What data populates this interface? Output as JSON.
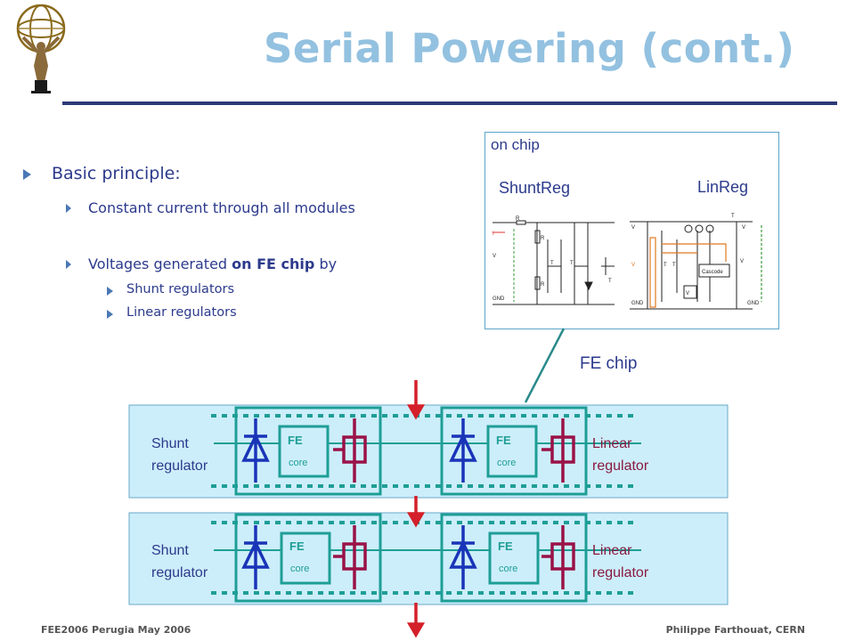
{
  "title": "Serial Powering (cont.)",
  "bullets": {
    "main": "Basic principle:",
    "sub1": "Constant current through all modules",
    "sub2_pre": "Voltages generated ",
    "sub2_hl": "on FE chip",
    "sub2_post": " by",
    "subsub": [
      "Shunt regulators",
      "Linear regulators"
    ]
  },
  "inset": {
    "heading": "on chip",
    "left_label": "ShuntReg",
    "right_label": "LinReg",
    "shunt_labels": [
      "R",
      "I",
      "V",
      "GND",
      "R",
      "R",
      "T",
      "T",
      "T"
    ],
    "lin_labels": [
      "T",
      "V",
      "V",
      "V",
      "V",
      "GND",
      "GND",
      "Cascode",
      "T",
      "T",
      "V"
    ]
  },
  "fe_chip_label": "FE chip",
  "modules": [
    {
      "shunt_label": [
        "Shunt",
        "regulator"
      ],
      "linear_label": [
        "Linear",
        "regulator"
      ],
      "fe_cores": [
        {
          "fe": "FE",
          "core": "core"
        },
        {
          "fe": "FE",
          "core": "core"
        }
      ]
    },
    {
      "shunt_label": [
        "Shunt",
        "regulator"
      ],
      "linear_label": [
        "Linear",
        "regulator"
      ],
      "fe_cores": [
        {
          "fe": "FE",
          "core": "core"
        },
        {
          "fe": "FE",
          "core": "core"
        }
      ]
    }
  ],
  "footer": {
    "left": "FEE2006 Perugia May 2006",
    "right": "Philippe Farthouat, CERN"
  },
  "colors": {
    "title": "#93c1e0",
    "text": "#2c3a8c",
    "module_fill": "#cceefa",
    "wire": "#1e9e96",
    "shunt": "#1a34b8",
    "linear": "#9a1247",
    "arrow": "#d4202a",
    "rule": "#2e3a78"
  }
}
